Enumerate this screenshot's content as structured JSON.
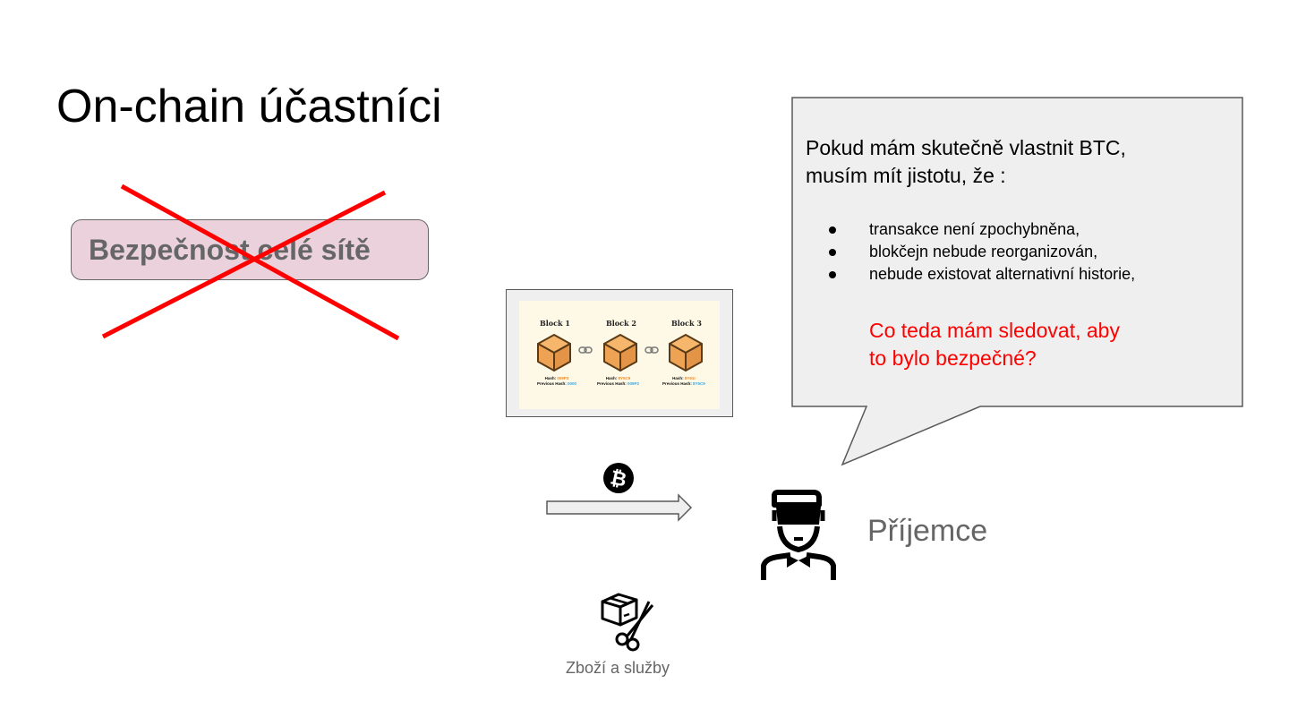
{
  "slide": {
    "title": "On-chain účastníci"
  },
  "security_box": {
    "label": "Bezpečnost celé sítě",
    "status": "crossed-out",
    "fill_color": "#ead1dc",
    "cross_color": "#ff0000"
  },
  "blockchain": {
    "blocks": [
      {
        "title": "Block 1",
        "hash_label": "Hash:",
        "hash": "009P2",
        "prev_label": "Previous Hash:",
        "prev_hash": "0000"
      },
      {
        "title": "Block 2",
        "hash_label": "Hash:",
        "hash": "8Y5C9",
        "prev_label": "Previous Hash:",
        "prev_hash": "009P2"
      },
      {
        "title": "Block 3",
        "hash_label": "Hash:",
        "hash": "8Y61I",
        "prev_label": "Previous Hash:",
        "prev_hash": "8Y5C9"
      }
    ],
    "link_icon": "chain-link-icon",
    "cube_color": "#f3a85c"
  },
  "transfer": {
    "icon": "bitcoin-icon",
    "arrow_icon": "right-arrow-icon"
  },
  "recipient": {
    "icon": "person-with-visor-icon",
    "label": "Příjemce"
  },
  "goods": {
    "icon": "box-and-scissors-icon",
    "label": "Zboží a služby"
  },
  "callout": {
    "intro_line1": "Pokud mám skutečně vlastnit BTC,",
    "intro_line2": "musím mít jistotu, že :",
    "bullets": [
      "transakce není zpochybněna,",
      "blokčejn nebude reorganizován,",
      "nebude existovat alternativní historie,"
    ],
    "question_line1": "Co teda mám sledovat, aby",
    "question_line2": "to bylo bezpečné?",
    "question_color": "#ff0000",
    "fill_color": "#efefef"
  }
}
